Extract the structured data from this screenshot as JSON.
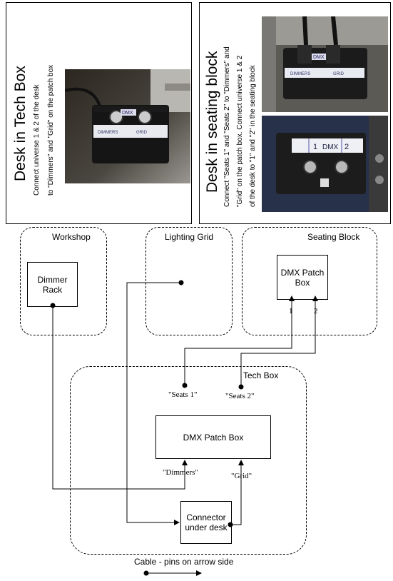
{
  "panels": {
    "tech_box": {
      "title": "Desk in Tech Box",
      "line1": "Connect universe 1 & 2 of the desk",
      "line2": "to \"Dimmers\" and \"Grid\" on the patch box"
    },
    "seating_block": {
      "title": "Desk in seating block",
      "line1": "Connect \"Seats 1\" and \"Seats 2\" to \"Dimmers\" and",
      "line2": "\"Grid\" on the patch box. Connect universe 1 & 2",
      "line3": "of the desk to \"1\" and \"2\" in the seating block"
    }
  },
  "photos": {
    "tech_photo": {
      "label_top": "DMX",
      "label_left": "DIMMERS",
      "label_right": "GRID"
    },
    "seat_photo_top": {
      "label_top": "DMX",
      "label_left": "DIMMERS",
      "label_right": "GRID"
    },
    "seat_photo_bottom": {
      "label_1": "1",
      "label_dmx": "DMX",
      "label_2": "2"
    }
  },
  "zones": {
    "workshop": "Workshop",
    "lighting_grid": "Lighting Grid",
    "seating_block": "Seating Block",
    "tech_box": "Tech Box"
  },
  "boxes": {
    "dimmer_rack": "Dimmer Rack",
    "dmx_patch_seat": "DMX Patch Box",
    "dmx_patch_tech": "DMX Patch Box",
    "connector": "Connector under desk"
  },
  "labels": {
    "pin1": "1",
    "pin2": "2",
    "seats1": "\"Seats 1\"",
    "seats2": "\"Seats 2\"",
    "dimmers": "\"Dimmers\"",
    "grid": "\"Grid\""
  },
  "legend": {
    "text": "Cable - pins on arrow side"
  }
}
